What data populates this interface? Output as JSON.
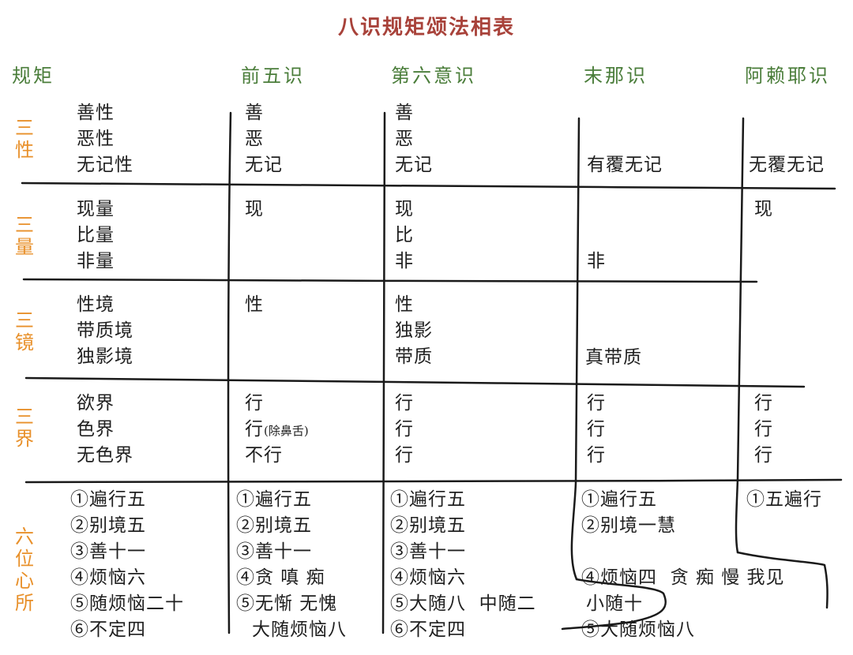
{
  "title": "八识规矩颂法相表",
  "headers": {
    "rule": "规矩",
    "c1": "前五识",
    "c2": "第六意识",
    "c3": "末那识",
    "c4": "阿赖耶识"
  },
  "sections": {
    "s1": {
      "cat": "三性",
      "items": [
        "善性",
        "恶性",
        "无记性"
      ],
      "c1": [
        "善",
        "恶",
        "无记"
      ],
      "c2": [
        "善",
        "恶",
        "无记"
      ],
      "c3": "有覆无记",
      "c4": "无覆无记"
    },
    "s2": {
      "cat": "三量",
      "items": [
        "现量",
        "比量",
        "非量"
      ],
      "c1": "现",
      "c2": [
        "现",
        "比",
        "非"
      ],
      "c3": "非",
      "c4": "现"
    },
    "s3": {
      "cat": "三镜",
      "items": [
        "性境",
        "带质境",
        "独影境"
      ],
      "c1": "性",
      "c2": [
        "性",
        "独影",
        "带质"
      ],
      "c3": "真带质"
    },
    "s4": {
      "cat": "三界",
      "items": [
        "欲界",
        "色界",
        "无色界"
      ],
      "c1": [
        "行",
        "行",
        "不行"
      ],
      "c1_note": "(除鼻舌)",
      "c2": [
        "行",
        "行",
        "行"
      ],
      "c3": [
        "行",
        "行",
        "行"
      ],
      "c4": [
        "行",
        "行",
        "行"
      ]
    },
    "s5": {
      "cat": "六位心所",
      "items": [
        "①遍行五",
        "②别境五",
        "③善十一",
        "④烦恼六",
        "⑤随烦恼二十",
        "⑥不定四"
      ],
      "c1": [
        "①遍行五",
        "②别境五",
        "③善十一",
        "④贪 嗔 痴",
        "⑤无惭 无愧",
        "大随烦恼八"
      ],
      "c2": [
        "①遍行五",
        "②别境五",
        "③善十一",
        "④烦恼六",
        "⑤大随八  中随二",
        "⑥不定四"
      ],
      "c3": [
        "①遍行五",
        "②别境一慧",
        "④烦恼四  贪 痴 慢 我见",
        "小随十",
        "⑤大随烦恼八"
      ],
      "c4": "①五遍行"
    }
  }
}
